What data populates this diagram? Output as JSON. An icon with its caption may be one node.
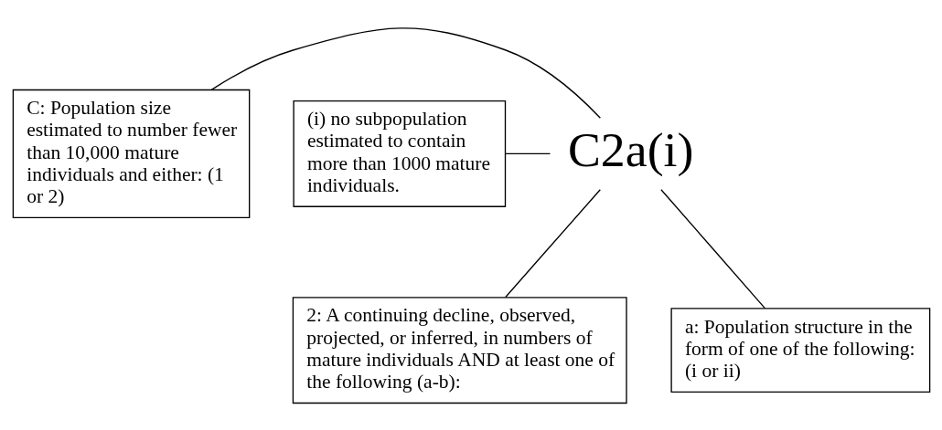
{
  "diagram": {
    "nodes": [
      {
        "text": [
          "C: Population size estimated to number fewer than 10,000 mature individuals and either: (1 or 2)"
        ]
      },
      {
        "text": [
          "C2a(i)"
        ]
      },
      {
        "text": [
          "(i) no subpopulation estimated to contain more than 1000 mature individuals."
        ]
      },
      {
        "text": [
          "2: A continuing decline, observed, projected, or inferred, in numbers of mature individuals AND at least one of the following (a-b):"
        ]
      },
      {
        "text": [
          "a: Population structure in the form of one of the following: (i or ii)"
        ]
      }
    ],
    "edges": [
      {
        "from": 0,
        "to": 1,
        "arrow": "none"
      },
      {
        "from": 2,
        "to": 1,
        "arrow": "none"
      },
      {
        "from": 3,
        "to": 1,
        "arrow": "none"
      },
      {
        "from": 4,
        "to": 1,
        "arrow": "none"
      }
    ]
  }
}
